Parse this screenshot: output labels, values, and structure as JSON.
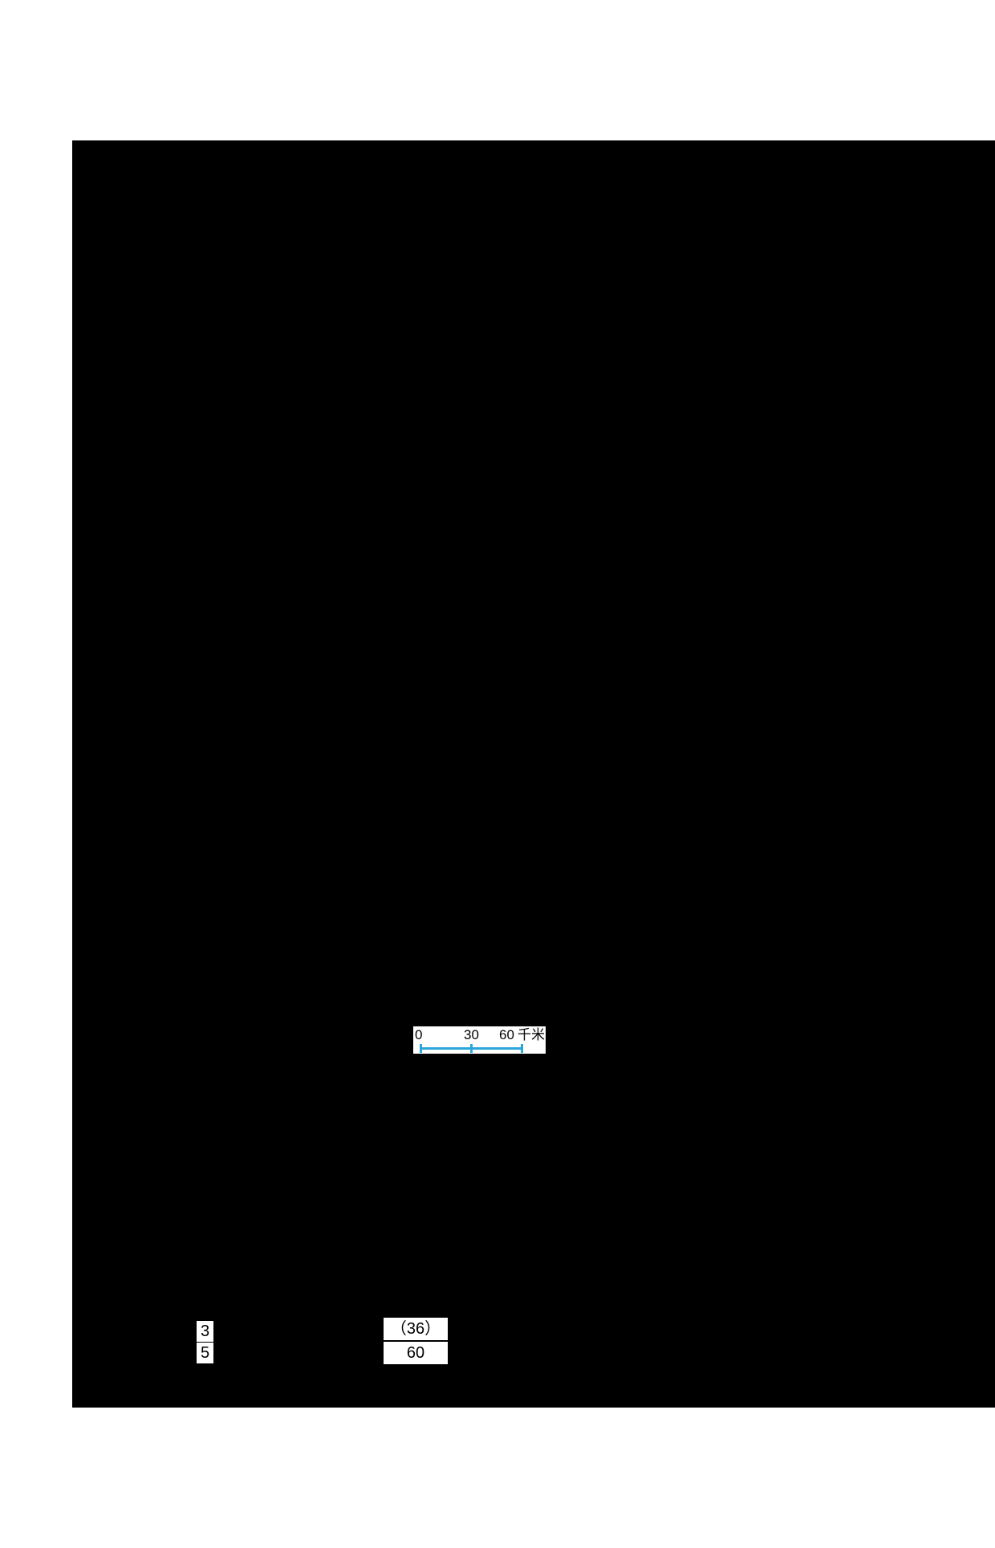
{
  "page": {
    "background_color": "#ffffff",
    "canvas_color": "#000000"
  },
  "map": {
    "scale_bar": {
      "label": "scale-bar",
      "ticks": [
        "0",
        "30",
        "60"
      ],
      "unit": "千米",
      "line_color": "#2ba6db",
      "background_color": "#ffffff"
    }
  },
  "page_fraction": {
    "numerator": "3",
    "denominator": "5"
  },
  "value_fraction": {
    "numerator": "（36）",
    "denominator": "60"
  }
}
